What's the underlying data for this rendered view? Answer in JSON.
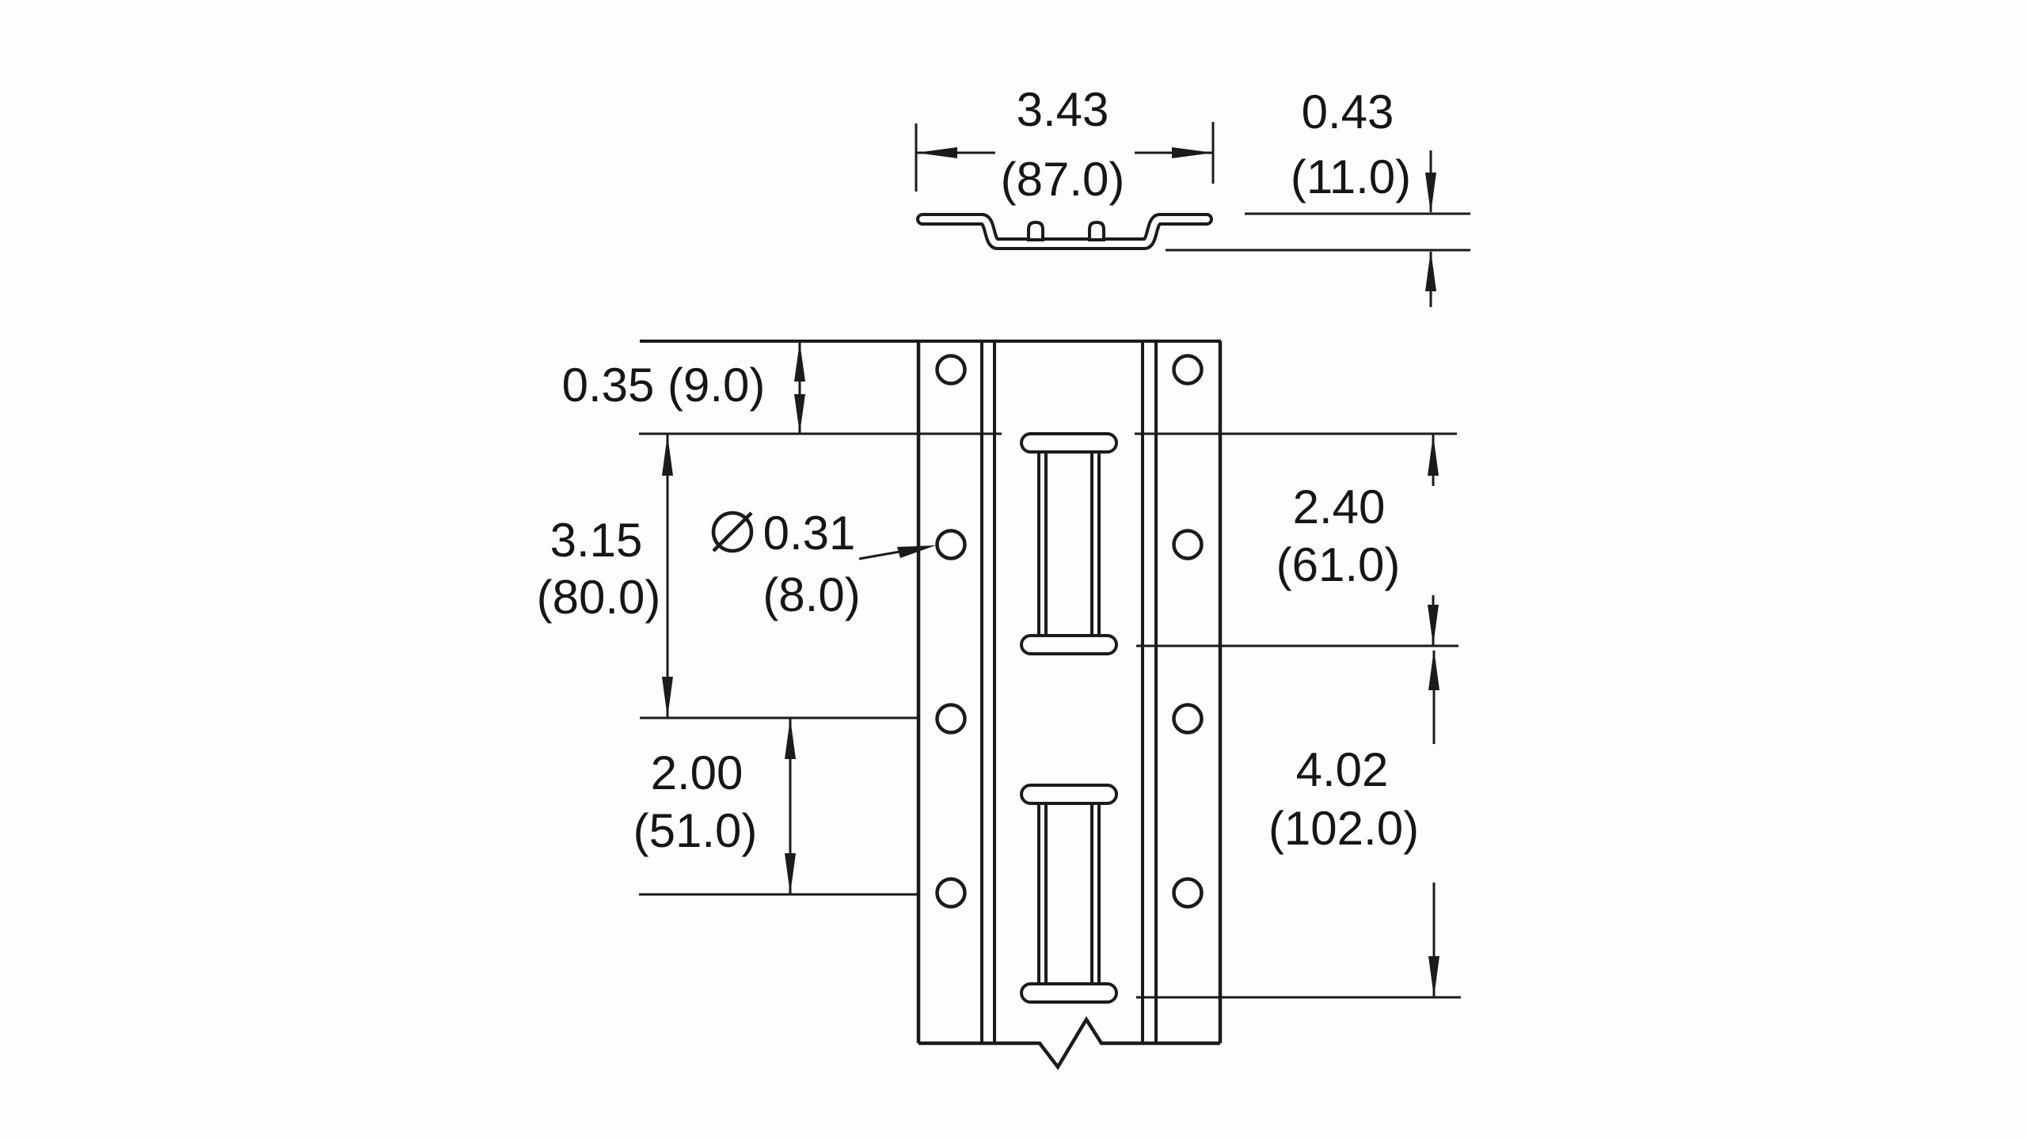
{
  "page": {
    "background": "#fdfdfd",
    "line_color": "#1b1b1b"
  },
  "drawing": {
    "type": "engineering-dimension-drawing",
    "views": {
      "section": "hat-channel cross-section (top view)",
      "front": "slotted mounting rail front view with two hole columns and lanced slots, broken at bottom"
    },
    "dimensions": {
      "profile_width": {
        "inches": "3.43",
        "millimeters": "(87.0)"
      },
      "profile_height": {
        "inches": "0.43",
        "millimeters": "(11.0)"
      },
      "end_offset": {
        "label": "0.35 (9.0)"
      },
      "hole_pitch_large": {
        "inches": "3.15",
        "millimeters": "(80.0)"
      },
      "hole_diameter": {
        "inches": "0.31",
        "millimeters": "(8.0)"
      },
      "hole_pitch_small": {
        "inches": "2.00",
        "millimeters": "(51.0)"
      },
      "slot_length": {
        "inches": "2.40",
        "millimeters": "(61.0)"
      },
      "slot_pitch": {
        "inches": "4.02",
        "millimeters": "(102.0)"
      }
    }
  }
}
